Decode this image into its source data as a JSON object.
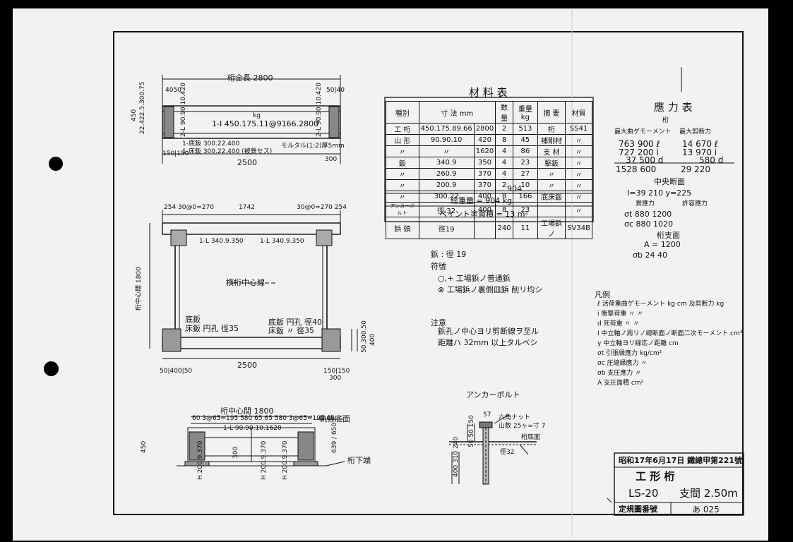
{
  "drawing": {
    "top_view": {
      "overall_length": "桁全長 2800",
      "left_dims": "4050",
      "right_dims": "50|40",
      "main_label": "1-I 450.175.11@9166.2800",
      "kg_mark": "kg",
      "angle_left": "2-L 90.90.10.420",
      "angle_right": "2-L 90.90.10.420",
      "bottom_plate": "1-底鈑 300.22.400",
      "bed_plate": "1-床鈑 300.22.400 (被鉄セス)",
      "mortar": "モルタル(1:2)厚5mm",
      "left_dim": "150|150",
      "right_dim": "300",
      "base_length": "2500",
      "height_left": "450",
      "height_note": "22.422.5.300.75"
    },
    "plan_view": {
      "top_dims_left": "254  30@0=270",
      "top_dims_mid": "1742",
      "top_dims_right": "30@0=270 254",
      "brace_left": "1-L 340.9.350",
      "brace_right": "1-L 340.9.350",
      "center_label": "横桁中心線",
      "left_vertical": "桁中心間 1800",
      "bottom_left_1": "底鈑",
      "bottom_left_2": "床鈑  円孔 徑35",
      "bottom_right_1": "底鈑 円孔 徑40",
      "bottom_right_2": "床鈑  〃  徑35",
      "bottom_length": "2500",
      "bottom_left_dim": "50|400|50",
      "bottom_right_dim": "150|150",
      "bottom_right_dim2": "300",
      "right_vertical": "50.300.50",
      "right_vertical2": "400"
    },
    "section_view": {
      "title": "桁中心間 1800",
      "dims": "60 3@65=195 580 65 65 580 3@65=195 60",
      "angle": "1-L 90.90.10.1620",
      "rail_label": "軌條底面",
      "bottom_label": "桁下端",
      "labels": [
        "H 200.9.370",
        "300",
        "H 200.9.370",
        "H 200.9.370"
      ],
      "right_dims": "639 / 650",
      "left_dims": "450"
    },
    "anchor": {
      "title": "アンカーボルト",
      "nut": "六角ナット",
      "thread": "山数 25ヶ=寸 7",
      "top_label": "桁底面",
      "dia": "徑32",
      "dims": "400 310 240",
      "dims2": "50 50 150",
      "top_dim": "57"
    }
  },
  "materials": {
    "title": "材 料 表",
    "headers": [
      "種別",
      "寸  法 mm",
      "数量",
      "重量kg",
      "摘  要",
      "材質"
    ],
    "rows": [
      [
        "工 桁",
        "450.175.89.66",
        "2800",
        "2",
        "513",
        "桁",
        "SS41"
      ],
      [
        "山 形",
        "90.90.10",
        "420",
        "8",
        "45",
        "補剛材",
        "〃"
      ],
      [
        "〃",
        "〃",
        "1620",
        "4",
        "86",
        "支 材",
        "〃"
      ],
      [
        "鈑",
        "340.9",
        "350",
        "4",
        "23",
        "擊鈑",
        "〃"
      ],
      [
        "〃",
        "260.9",
        "370",
        "4",
        "27",
        "〃",
        "〃"
      ],
      [
        "〃",
        "200.9",
        "370",
        "2",
        "10",
        "〃",
        "〃"
      ],
      [
        "〃",
        "300.22",
        "400",
        "8",
        "166",
        "底床鈑",
        "〃"
      ],
      [
        "アンカーボルト",
        "徑 32",
        "400",
        "8",
        "23",
        "",
        "〃"
      ],
      [
        "鋲 頭",
        "徑19",
        "",
        "240",
        "11",
        "工場鋲ノ",
        "SV34B"
      ]
    ],
    "subtotal": "904",
    "total": "総重量 = 904 kg",
    "paint": "ペイント塗面積 = 13 m²"
  },
  "rivet": {
    "size": "鋲 : 徑 19",
    "symbol_title": "符號",
    "symbol_1": "○,+  工場鋲ノ普通鋲",
    "symbol_2": "⊗   工場鋲ノ裏側皿鋲 削リ均シ",
    "note_title": "注意",
    "note_1": "鋲孔ノ中心ヨリ剪断線ヲ至ル",
    "note_2": "距離ハ 32mm 以上タルベシ"
  },
  "stress": {
    "title": "應 力 表",
    "sub": "桁",
    "col1": "最大曲ゲモーメント",
    "col2": "最大剪断力",
    "rows": [
      [
        "763 900 ℓ",
        "14 670 ℓ"
      ],
      [
        "727 200 i",
        "13 970 i"
      ],
      [
        "37 500 d",
        "580 d"
      ],
      [
        "1528 600",
        "29 220"
      ]
    ],
    "center_title": "中央断面",
    "center_vals": "I=39 210     y=225",
    "actual": "實應力",
    "allow": "許容應力",
    "sig_t": "σt   880           1200",
    "sig_c": "σc   880           1020",
    "bearing_title": "桁支面",
    "area": "A = 1200",
    "sig_b": "σb    24           40"
  },
  "legend": {
    "title": "凡例",
    "items": [
      "ℓ  活荷重曲ゲモーメント kg·cm 及剪断力 kg",
      "i  衝撃荷重      〃            〃",
      "d  死荷重        〃            〃",
      "I  中立軸ノ周リノ總断面ノ断面二次モーメント cm⁴",
      "y  中立軸ヨリ線迄ノ距離  cm",
      "σt 引張縁應力    kg/cm²",
      "σc 圧縮縁應力     〃",
      "σb 支圧應力       〃",
      "A  支圧面積      cm²"
    ]
  },
  "title_block": {
    "date": "昭和17年6月17日 鐵總甲第221號",
    "name": "工    形    桁",
    "code": "LS-20",
    "span": "支間 2.50m",
    "reg_label": "定規圖番號",
    "reg_no": "あ 025"
  }
}
